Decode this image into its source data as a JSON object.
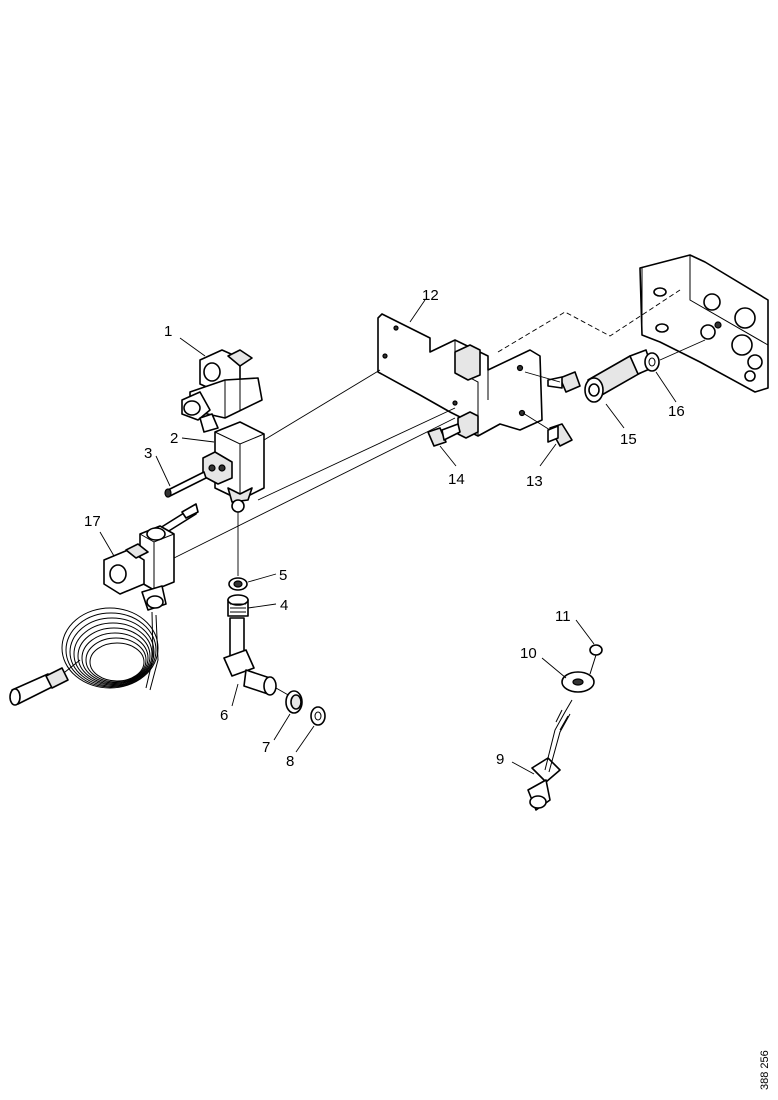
{
  "callouts": [
    {
      "id": "part-1",
      "text": "1"
    },
    {
      "id": "part-2",
      "text": "2"
    },
    {
      "id": "part-3",
      "text": "3"
    },
    {
      "id": "part-4",
      "text": "4"
    },
    {
      "id": "part-5",
      "text": "5"
    },
    {
      "id": "part-6",
      "text": "6"
    },
    {
      "id": "part-7",
      "text": "7"
    },
    {
      "id": "part-8",
      "text": "8"
    },
    {
      "id": "part-9",
      "text": "9"
    },
    {
      "id": "part-10",
      "text": "10"
    },
    {
      "id": "part-11",
      "text": "11"
    },
    {
      "id": "part-12",
      "text": "12"
    },
    {
      "id": "part-13",
      "text": "13"
    },
    {
      "id": "part-14",
      "text": "14"
    },
    {
      "id": "part-15",
      "text": "15"
    },
    {
      "id": "part-16",
      "text": "16"
    },
    {
      "id": "part-17",
      "text": "17"
    }
  ],
  "drawing_number": "388 256",
  "colors": {
    "line": "#000000",
    "background": "#ffffff"
  }
}
